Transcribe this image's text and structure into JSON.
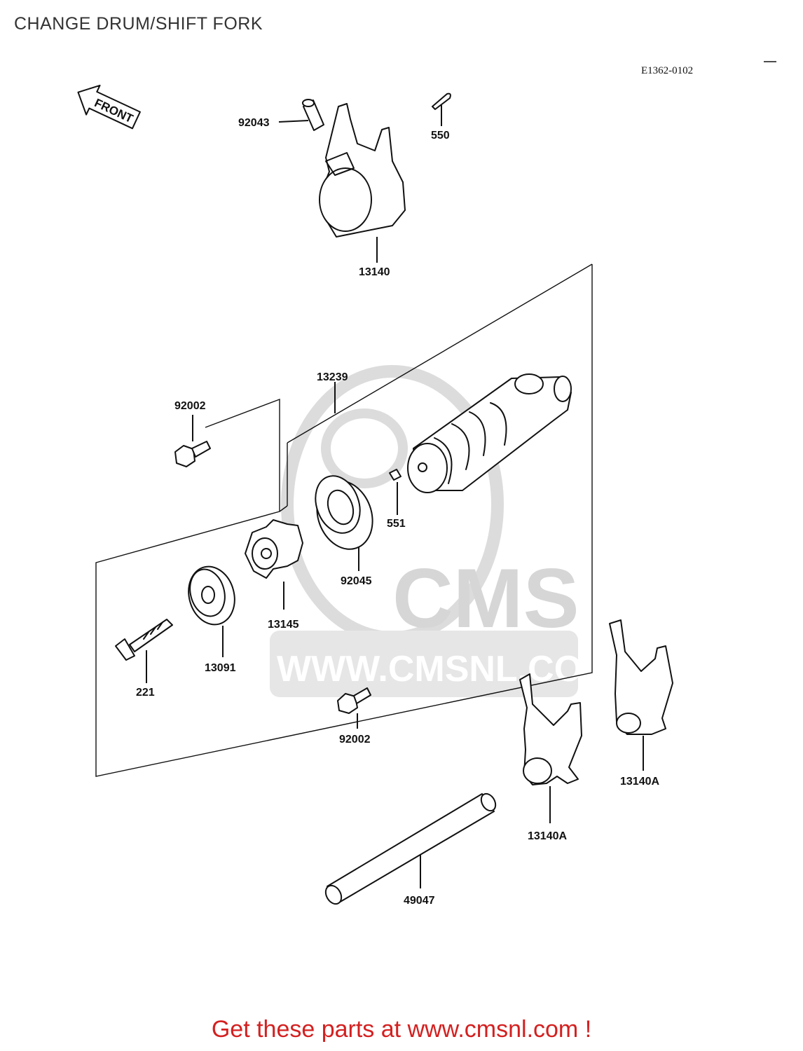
{
  "page": {
    "title": "CHANGE DRUM/SHIFT FORK",
    "diagram_code": "E1362-0102",
    "front_label": "FRONT",
    "footer": "Get these parts at www.cmsnl.com !"
  },
  "watermark": {
    "brand": "CMS",
    "url": "WWW.CMSNL.COM"
  },
  "parts": {
    "p92043": "92043",
    "p550": "550",
    "p13140": "13140",
    "p13239": "13239",
    "p92002a": "92002",
    "p551": "551",
    "p92045": "92045",
    "p13145": "13145",
    "p13091": "13091",
    "p221": "221",
    "p92002b": "92002",
    "p13140a_right": "13140A",
    "p13140a_left": "13140A",
    "p49047": "49047"
  },
  "colors": {
    "footer": "#d42020",
    "title": "#333333",
    "watermark": "#d6d6d6"
  }
}
